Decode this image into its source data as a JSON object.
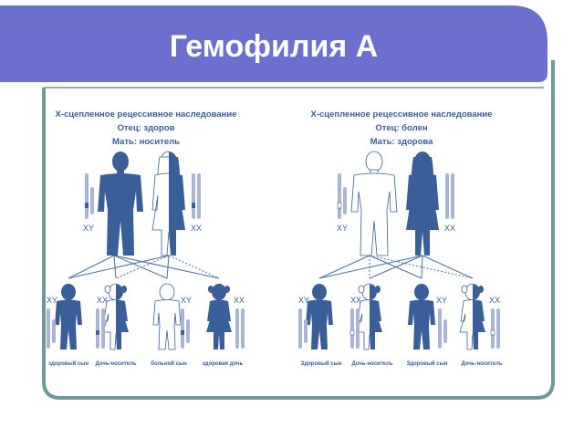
{
  "slide": {
    "title": "Гемофилия А"
  },
  "panels": [
    {
      "heading": "Х-сцепленное рецессивное наследование",
      "father_status": "Отец: здоров",
      "mother_status": "Мать: носитель",
      "father_genotype": "XY",
      "mother_genotype": "XX",
      "children": [
        {
          "genotype": "XY",
          "label": "здоровый сын"
        },
        {
          "genotype": "XX",
          "label": "Дочь-носитель"
        },
        {
          "genotype": "XY",
          "label": "больной сын"
        },
        {
          "genotype": "XX",
          "label": "здоровая дочь"
        }
      ]
    },
    {
      "heading": "Х-сцепленное рецессивное наследование",
      "father_status": "Отец: болен",
      "mother_status": "Мать: здорова",
      "father_genotype": "XY",
      "mother_genotype": "XX",
      "children": [
        {
          "genotype": "XY",
          "label": "Здоровый сын"
        },
        {
          "genotype": "XX",
          "label": "Дочь-носитель"
        },
        {
          "genotype": "XY",
          "label": "Здоровый сын"
        },
        {
          "genotype": "XX",
          "label": "Дочь-носитель"
        }
      ]
    }
  ],
  "colors": {
    "title_bar": "#6B6FCE",
    "frame": "#6E9A97",
    "figure": "#3A5E98",
    "figure_light": "#8FA3C9",
    "chromosome": "#A9B5D3",
    "line": "#4A6FA0"
  }
}
